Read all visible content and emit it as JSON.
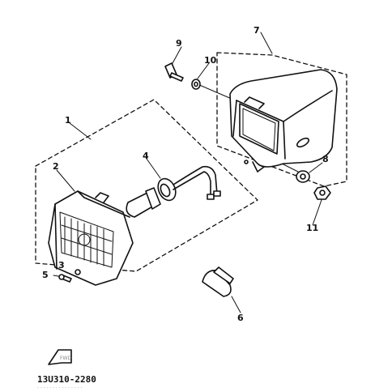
{
  "diagram": {
    "part_numbers": {
      "headlight_unit": "1",
      "lens_reflector": "2",
      "screw": "3",
      "bulb_socket": "4",
      "mounting_screw": "5",
      "bulb": "6",
      "headlight_housing": "7",
      "grommet": "8",
      "bolt": "9",
      "washer": "10",
      "nut": "11"
    },
    "drawing_code": "13U310-2280",
    "footer_fine": "· · · · · · · ·  · · ·  · ·  · ·",
    "fwd_label": "FWD"
  }
}
